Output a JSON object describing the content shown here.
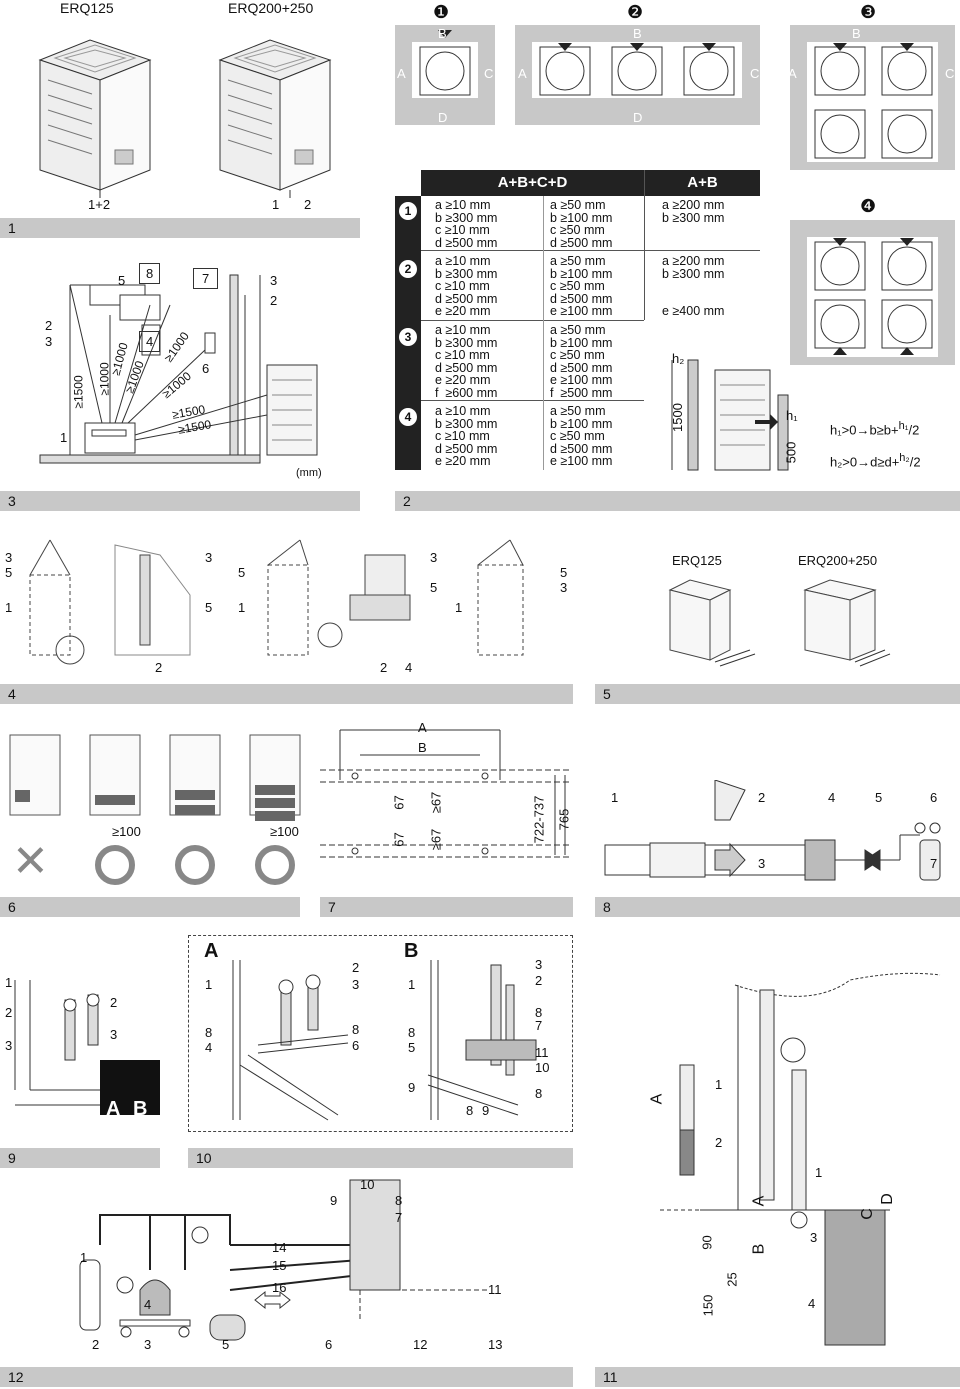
{
  "models": {
    "erq125": "ERQ125",
    "erq200": "ERQ200+250"
  },
  "fig1": {
    "label_a": "1+2",
    "label_b": "1",
    "label_c": "2",
    "unit": "(mm)",
    "nums": [
      "5",
      "8",
      "7",
      "3",
      "2",
      "2",
      "3",
      "4",
      "6",
      "1"
    ],
    "dims": [
      "≥1500",
      "≥1000",
      "≥1000",
      "≥1000",
      "≥1000",
      "≥1000",
      "≥1500",
      "≥1500"
    ]
  },
  "bars": [
    "1",
    "3",
    "2",
    "4",
    "5",
    "6",
    "7",
    "8",
    "9",
    "10",
    "12",
    "11"
  ],
  "layout_heads": {
    "h1": "❶",
    "h2": "❷",
    "h3": "❸",
    "h4": "❹"
  },
  "layout_letters": [
    "A",
    "B",
    "C",
    "D",
    "a",
    "b",
    "c",
    "d",
    "e",
    "f"
  ],
  "table": {
    "head_left": "A+B+C+D",
    "head_right": "A+B",
    "rows": [
      {
        "n": "1",
        "c1": "a ≥10 mm\nb ≥300 mm\nc ≥10 mm\nd ≥500 mm",
        "c2": "a ≥50 mm\nb ≥100 mm\nc ≥50 mm\nd ≥500 mm",
        "c3": "a ≥200 mm\nb ≥300 mm"
      },
      {
        "n": "2",
        "c1": "a ≥10 mm\nb ≥300 mm\nc ≥10 mm\nd ≥500 mm\ne ≥20 mm",
        "c2": "a ≥50 mm\nb ≥100 mm\nc ≥50 mm\nd ≥500 mm\ne ≥100 mm",
        "c3": "a ≥200 mm\nb ≥300 mm\n\n\ne ≥400 mm"
      },
      {
        "n": "3",
        "c1": "a ≥10 mm\nb ≥300 mm\nc ≥10 mm\nd ≥500 mm\ne ≥20 mm\nf  ≥600 mm",
        "c2": "a ≥50 mm\nb ≥100 mm\nc ≥50 mm\nd ≥500 mm\ne ≥100 mm\nf  ≥500 mm"
      },
      {
        "n": "4",
        "c1": "a ≥10 mm\nb ≥300 mm\nc ≥10 mm\nd ≥500 mm\ne ≥20 mm",
        "c2": "a ≥50 mm\nb ≥100 mm\nc ≥50 mm\nd ≥500 mm\ne ≥100 mm"
      }
    ]
  },
  "height_fig": {
    "h2": "h₂",
    "h1": "h₁",
    "d1": "1500",
    "d2": "500",
    "f1": "h₁>0→b≥b+",
    "f1b": "h₁",
    "f2": "h₂>0→d≥d+",
    "f2b": "h₂",
    "den": "2"
  },
  "lift": {
    "nums": [
      "3",
      "5",
      "1",
      "3",
      "5",
      "2",
      "5",
      "1",
      "3",
      "5",
      "2",
      "4",
      "5",
      "3",
      "1"
    ]
  },
  "transport": {
    "a": "ERQ125",
    "b": "ERQ200+250"
  },
  "fig4": {
    "d1": "≥100",
    "d2": "≥100"
  },
  "fig5": {
    "A": "A",
    "B": "B",
    "d67a": "67",
    "d67b": "≥67",
    "d67c": "67",
    "d67d": "≥67",
    "d722": "722-737",
    "d765": "765"
  },
  "fig8": {
    "nums": [
      "1",
      "2",
      "4",
      "5",
      "6",
      "3",
      "7"
    ]
  },
  "fig6": {
    "nums": [
      "1",
      "2",
      "3",
      "2",
      "3"
    ],
    "A": "A",
    "B": "B"
  },
  "fig7": {
    "A": "A",
    "B": "B",
    "a_nums": [
      "1",
      "2",
      "3",
      "8",
      "4",
      "8",
      "6"
    ],
    "b_nums": [
      "3",
      "2",
      "1",
      "8",
      "7",
      "8",
      "5",
      "11",
      "10",
      "9",
      "8",
      "8",
      "9"
    ]
  },
  "fig12": {
    "nums": [
      "10",
      "9",
      "8",
      "7",
      "1",
      "14",
      "15",
      "16",
      "4",
      "11",
      "2",
      "3",
      "5",
      "6",
      "12",
      "13"
    ]
  },
  "fig11": {
    "nums": [
      "1",
      "2",
      "1",
      "3",
      "4"
    ],
    "letters": [
      "A",
      "A",
      "B",
      "C",
      "D"
    ],
    "dims": [
      "90",
      "25",
      "150"
    ]
  }
}
